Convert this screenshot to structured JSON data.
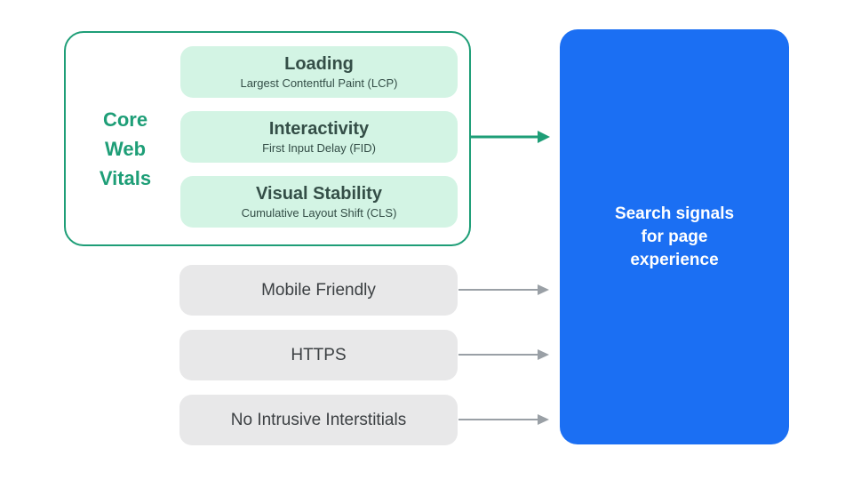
{
  "colors": {
    "teal": "#1E9E77",
    "mint": "#D3F4E4",
    "ink_green": "#344E47",
    "gray_bg": "#E8E8E9",
    "gray_text": "#3C4043",
    "arrow_gray": "#9AA0A6",
    "blue": "#1B6FF3"
  },
  "core_web_vitals": {
    "label_lines": [
      "Core",
      "Web",
      "Vitals"
    ],
    "items": [
      {
        "title": "Loading",
        "subtitle": "Largest Contentful Paint (LCP)"
      },
      {
        "title": "Interactivity",
        "subtitle": "First Input Delay (FID)"
      },
      {
        "title": "Visual Stability",
        "subtitle": "Cumulative Layout Shift (CLS)"
      }
    ]
  },
  "other_signals": [
    {
      "label": "Mobile Friendly"
    },
    {
      "label": "HTTPS"
    },
    {
      "label": "No Intrusive Interstitials"
    }
  ],
  "result_box": {
    "label_lines": [
      "Search signals",
      "for page",
      "experience"
    ]
  }
}
